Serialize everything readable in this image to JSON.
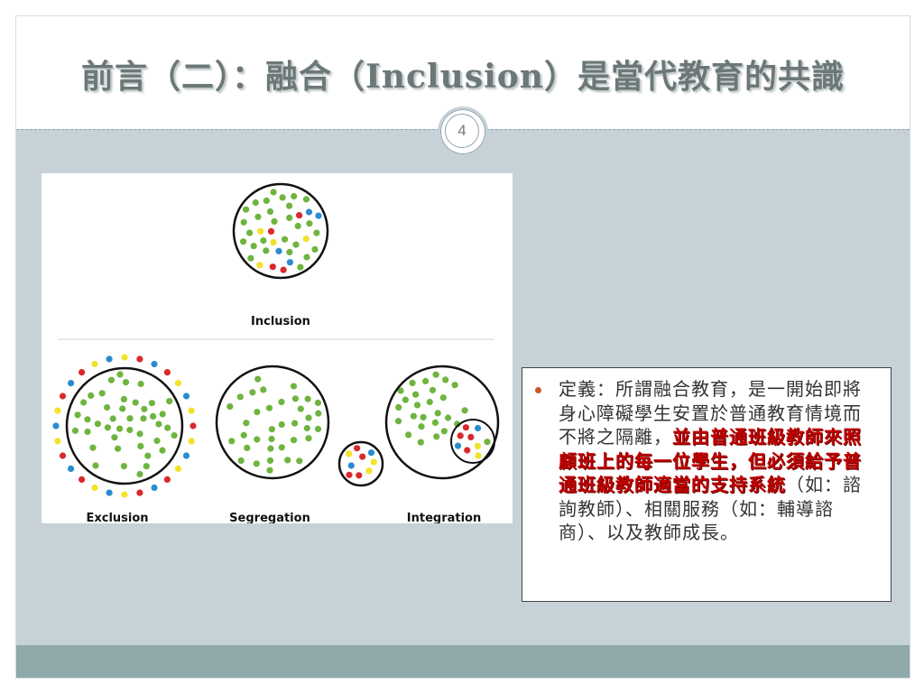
{
  "slide": {
    "title": "前言（二）：融合（Inclusion）是當代教育的共識",
    "page_number": "4"
  },
  "figure": {
    "labels": {
      "inclusion": "Inclusion",
      "exclusion": "Exclusion",
      "segregation": "Segregation",
      "integration": "Integration"
    },
    "colors": {
      "green": "#6fb43f",
      "red": "#d9292b",
      "blue": "#2a8ccf",
      "yellow": "#f2e229"
    }
  },
  "definition": {
    "part1": "定義：所謂融合教育，是一開始即將身心障礙學生安置於普通教育情境而不將之隔離，",
    "highlight": "並由普通班級教師來照顧班上的每一位學生，但必須給予普通班級教師適當的支持系統",
    "part2": "（如：諮詢教師）、相關服務（如：輔導諮商）、以及教師成長。"
  }
}
